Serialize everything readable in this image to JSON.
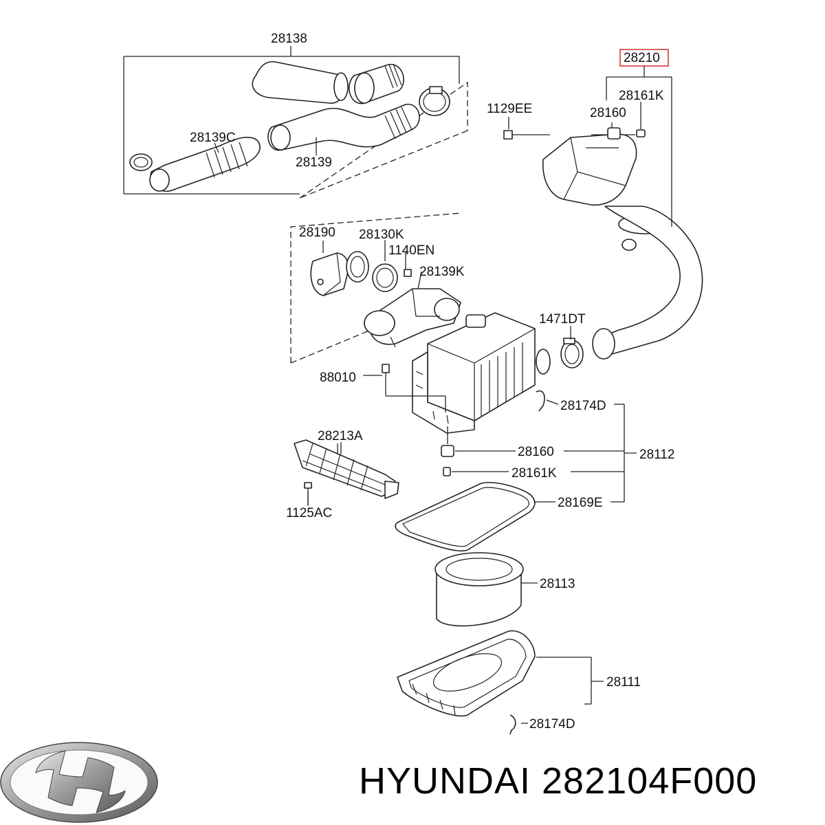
{
  "diagram": {
    "labels": {
      "p28138": "28138",
      "p28210": "28210",
      "p28161K_top": "28161K",
      "p1129EE": "1129EE",
      "p28160_top": "28160",
      "p28139C": "28139C",
      "p28139": "28139",
      "p28190": "28190",
      "p28130K": "28130K",
      "p1140EN": "1140EN",
      "p28139K": "28139K",
      "p1471DT": "1471DT",
      "p88010": "88010",
      "p28174D_top": "28174D",
      "p28213A": "28213A",
      "p28160_mid": "28160",
      "p28112": "28112",
      "p28161K_mid": "28161K",
      "p1125AC": "1125AC",
      "p28169E": "28169E",
      "p28113": "28113",
      "p28111": "28111",
      "p28174D_bottom": "28174D"
    },
    "highlight_color": "#d43a3a"
  },
  "footer": {
    "caption": "HYUNDAI 282104F000",
    "logo_icon": "hyundai-logo-icon"
  }
}
